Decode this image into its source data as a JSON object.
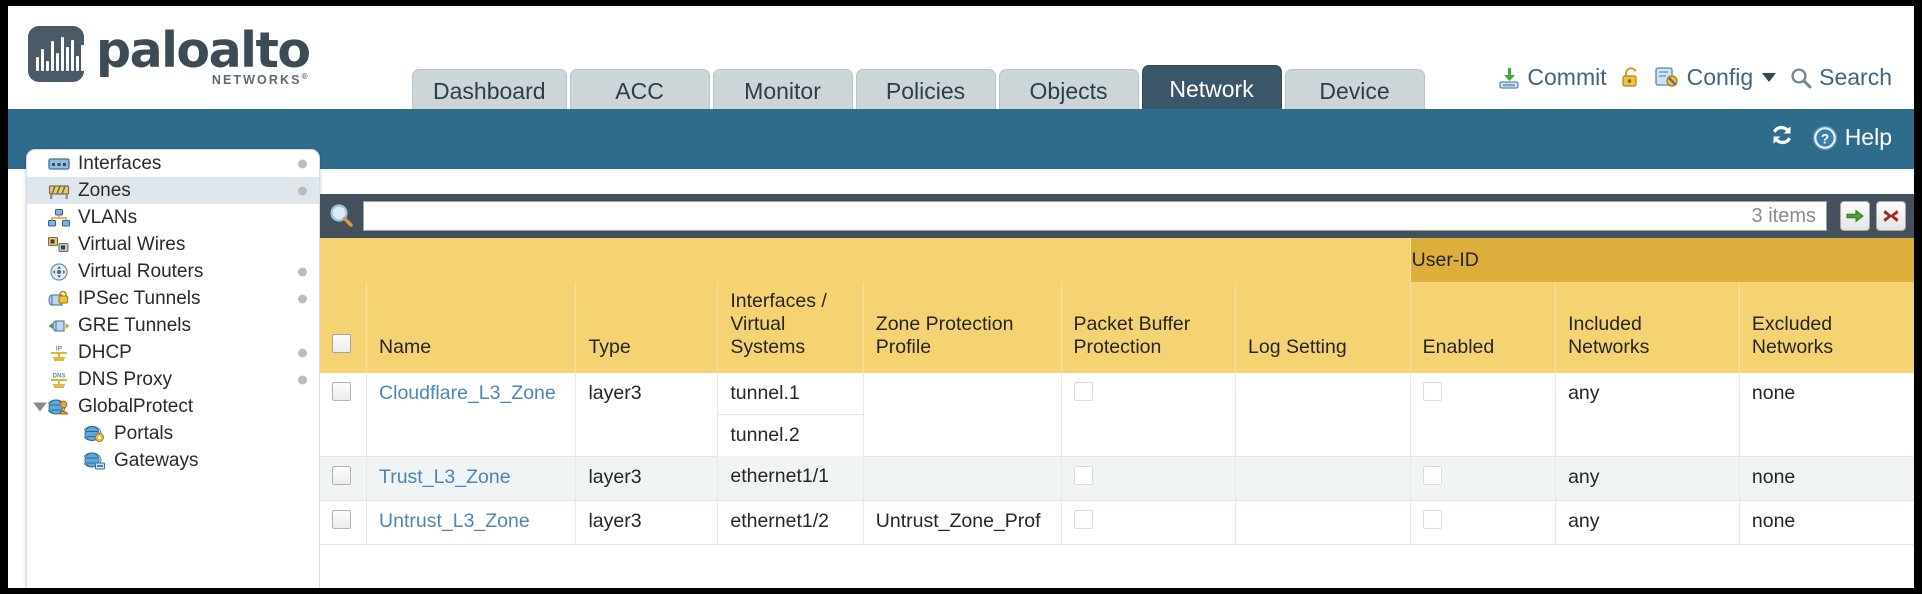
{
  "brand": {
    "name": "paloalto",
    "tagline": "NETWORKS",
    "registered": "®"
  },
  "tabs": [
    {
      "label": "Dashboard",
      "active": false
    },
    {
      "label": "ACC",
      "active": false
    },
    {
      "label": "Monitor",
      "active": false
    },
    {
      "label": "Policies",
      "active": false
    },
    {
      "label": "Objects",
      "active": false
    },
    {
      "label": "Network",
      "active": true
    },
    {
      "label": "Device",
      "active": false
    }
  ],
  "header_actions": {
    "commit": "Commit",
    "lock_icon": "unlock-padlock-icon",
    "config": "Config",
    "search": "Search"
  },
  "teal_bar": {
    "refresh_icon": "refresh-icon",
    "help": "Help"
  },
  "sidebar": {
    "items": [
      {
        "label": "Interfaces",
        "icon": "interfaces-icon",
        "selected": false,
        "dot": true,
        "child": false,
        "expander": false
      },
      {
        "label": "Zones",
        "icon": "zones-icon",
        "selected": true,
        "dot": true,
        "child": false,
        "expander": false
      },
      {
        "label": "VLANs",
        "icon": "vlans-icon",
        "selected": false,
        "dot": false,
        "child": false,
        "expander": false
      },
      {
        "label": "Virtual Wires",
        "icon": "virtual-wires-icon",
        "selected": false,
        "dot": false,
        "child": false,
        "expander": false
      },
      {
        "label": "Virtual Routers",
        "icon": "virtual-routers-icon",
        "selected": false,
        "dot": true,
        "child": false,
        "expander": false
      },
      {
        "label": "IPSec Tunnels",
        "icon": "ipsec-tunnels-icon",
        "selected": false,
        "dot": true,
        "child": false,
        "expander": false
      },
      {
        "label": "GRE Tunnels",
        "icon": "gre-tunnels-icon",
        "selected": false,
        "dot": false,
        "child": false,
        "expander": false
      },
      {
        "label": "DHCP",
        "icon": "dhcp-icon",
        "selected": false,
        "dot": true,
        "child": false,
        "expander": false
      },
      {
        "label": "DNS Proxy",
        "icon": "dns-proxy-icon",
        "selected": false,
        "dot": true,
        "child": false,
        "expander": false
      },
      {
        "label": "GlobalProtect",
        "icon": "globalprotect-icon",
        "selected": false,
        "dot": false,
        "child": false,
        "expander": true
      },
      {
        "label": "Portals",
        "icon": "portals-icon",
        "selected": false,
        "dot": false,
        "child": true,
        "expander": false
      },
      {
        "label": "Gateways",
        "icon": "gateways-icon",
        "selected": false,
        "dot": false,
        "child": true,
        "expander": false
      }
    ]
  },
  "search": {
    "icon": "search-magnifier-icon",
    "value": "",
    "placeholder": "",
    "item_count": "3 items",
    "apply_icon": "green-arrow-apply-icon",
    "clear_icon": "red-x-clear-icon"
  },
  "table": {
    "group_header": {
      "label": "User-ID",
      "span": 3
    },
    "columns": [
      "Name",
      "Type",
      "Interfaces / Virtual Systems",
      "Zone Protection Profile",
      "Packet Buffer Protection",
      "Log Setting",
      "Enabled",
      "Included Networks",
      "Excluded Networks"
    ],
    "rows": [
      {
        "name": "Cloudflare_L3_Zone",
        "type": "layer3",
        "interfaces": [
          "tunnel.1",
          "tunnel.2"
        ],
        "zone_protection_profile": "",
        "packet_buffer_protection": false,
        "log_setting": "",
        "userid_enabled": false,
        "included_networks": "any",
        "excluded_networks": "none",
        "striped": false
      },
      {
        "name": "Trust_L3_Zone",
        "type": "layer3",
        "interfaces": [
          "ethernet1/1"
        ],
        "zone_protection_profile": "",
        "packet_buffer_protection": false,
        "log_setting": "",
        "userid_enabled": false,
        "included_networks": "any",
        "excluded_networks": "none",
        "striped": true
      },
      {
        "name": "Untrust_L3_Zone",
        "type": "layer3",
        "interfaces": [
          "ethernet1/2"
        ],
        "zone_protection_profile": "Untrust_Zone_Prof",
        "packet_buffer_protection": false,
        "log_setting": "",
        "userid_enabled": false,
        "included_networks": "any",
        "excluded_networks": "none",
        "striped": false
      }
    ]
  },
  "colors": {
    "teal_band": "#2f6c8c",
    "table_header": "#f5d373",
    "group_header": "#ddae3c",
    "active_tab": "#3a5668",
    "link": "#4e85b5",
    "search_bar": "#44515c"
  }
}
